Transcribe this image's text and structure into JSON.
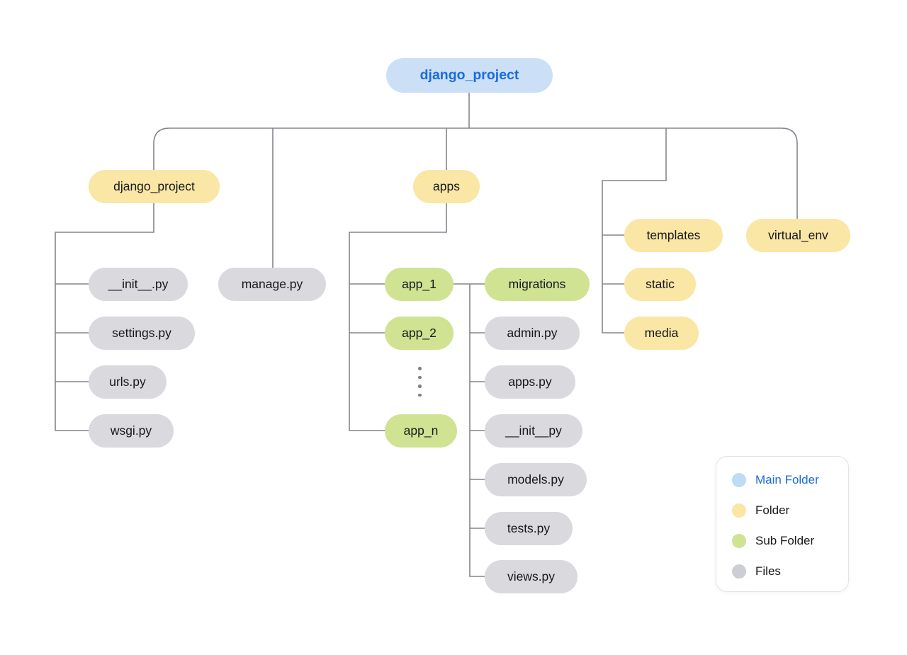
{
  "diagram": {
    "nodes": {
      "root": "django_project",
      "pkg": "django_project",
      "manage": "manage.py",
      "init_left": "__init__.py",
      "settings": "settings.py",
      "urls": "urls.py",
      "wsgi": "wsgi.py",
      "apps": "apps",
      "app1": "app_1",
      "app2": "app_2",
      "appn": "app_n",
      "migrations": "migrations",
      "admin": "admin.py",
      "appspy": "apps.py",
      "init_right": "__init__py",
      "models": "models.py",
      "tests": "tests.py",
      "views": "views.py",
      "templates": "templates",
      "static": "static",
      "media": "media",
      "virtualenv": "virtual_env"
    },
    "colors": {
      "main_folder_fill": "#CBE0F7",
      "main_folder_text": "#1A6BE0",
      "folder_fill": "#FAE6A5",
      "sub_folder_fill": "#CFE393",
      "files_fill": "#D9D9DE",
      "connector": "#82868D"
    }
  },
  "legend": {
    "items": [
      {
        "label": "Main Folder",
        "color": "#BEDBF6"
      },
      {
        "label": "Folder",
        "color": "#FAE6A5"
      },
      {
        "label": "Sub Folder",
        "color": "#CFE393"
      },
      {
        "label": "Files",
        "color": "#CDCED5"
      }
    ]
  }
}
